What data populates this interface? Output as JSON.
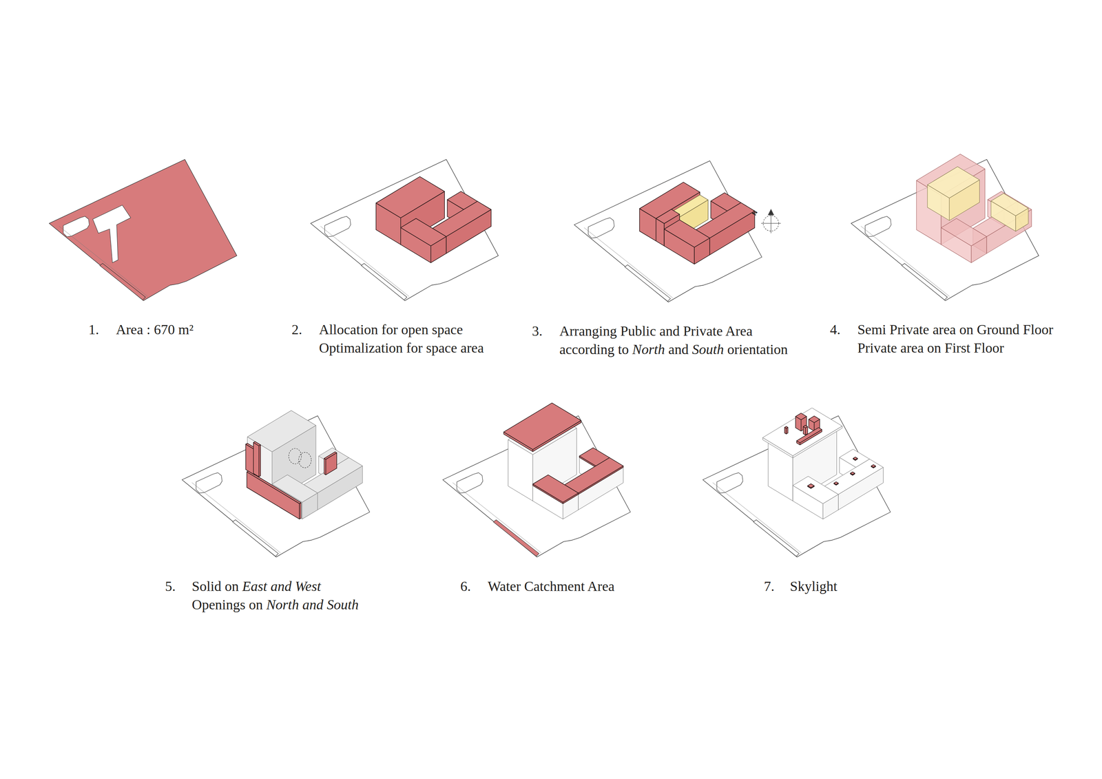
{
  "diagram": {
    "labels": [
      "1.",
      "Area : 670 m²",
      "2.",
      "Allocation for open space Optimalization for space area",
      "3.",
      "Arranging Public and Private Area according to North and South orientation",
      "4.",
      "Semi Private area on Ground Floor Private area on First Floor",
      "5.",
      "Solid on East and West Openings on North and South",
      "6.",
      "Water Catchment Area",
      "7.",
      "Skylight",
      "N"
    ]
  }
}
